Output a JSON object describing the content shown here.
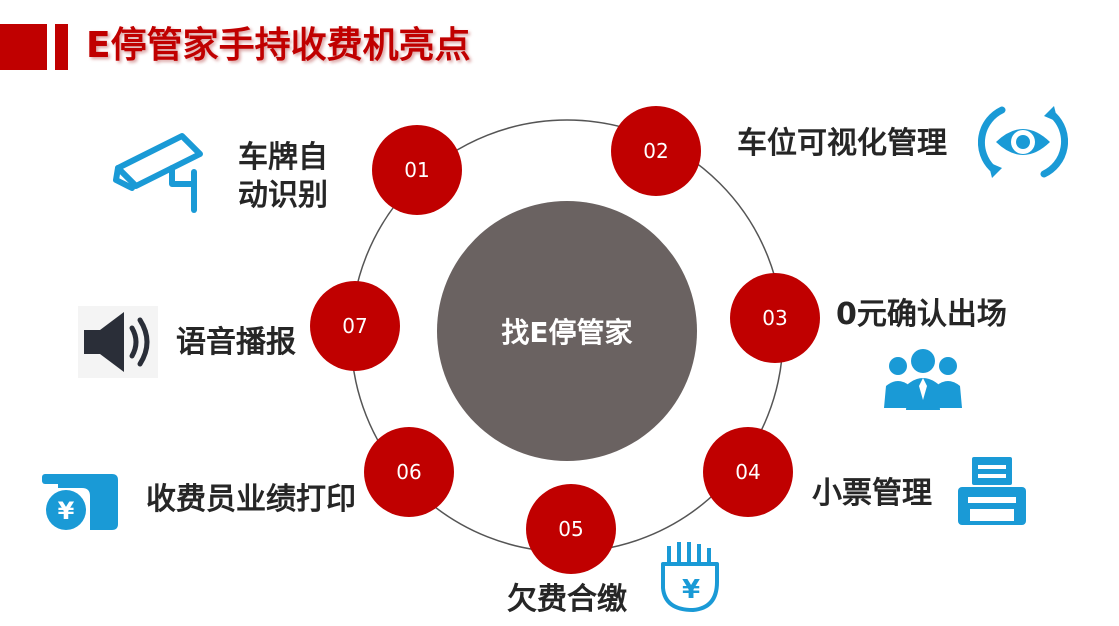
{
  "title": "E停管家手持收费机亮点",
  "center": {
    "label": "找E停管家"
  },
  "colors": {
    "accent": "#c00000",
    "center": "#6a6261",
    "icon_blue": "#1a9ad6",
    "text": "#262626",
    "ring": "#555555"
  },
  "nodes": [
    {
      "number": "01",
      "feature_line1": "车牌自",
      "feature_line2": "动识别",
      "icon": "security-camera-icon"
    },
    {
      "number": "02",
      "feature": "车位可视化管理",
      "icon": "eye-refresh-icon"
    },
    {
      "number": "03",
      "feature": "0元确认出场",
      "icon": "users-group-icon"
    },
    {
      "number": "04",
      "feature": "小票管理",
      "icon": "printer-icon"
    },
    {
      "number": "05",
      "feature": "欠费合缴",
      "icon": "yuan-hand-icon"
    },
    {
      "number": "06",
      "feature": "收费员业绩打印",
      "icon": "yuan-card-icon"
    },
    {
      "number": "07",
      "feature": "语音播报",
      "icon": "speaker-icon"
    }
  ]
}
